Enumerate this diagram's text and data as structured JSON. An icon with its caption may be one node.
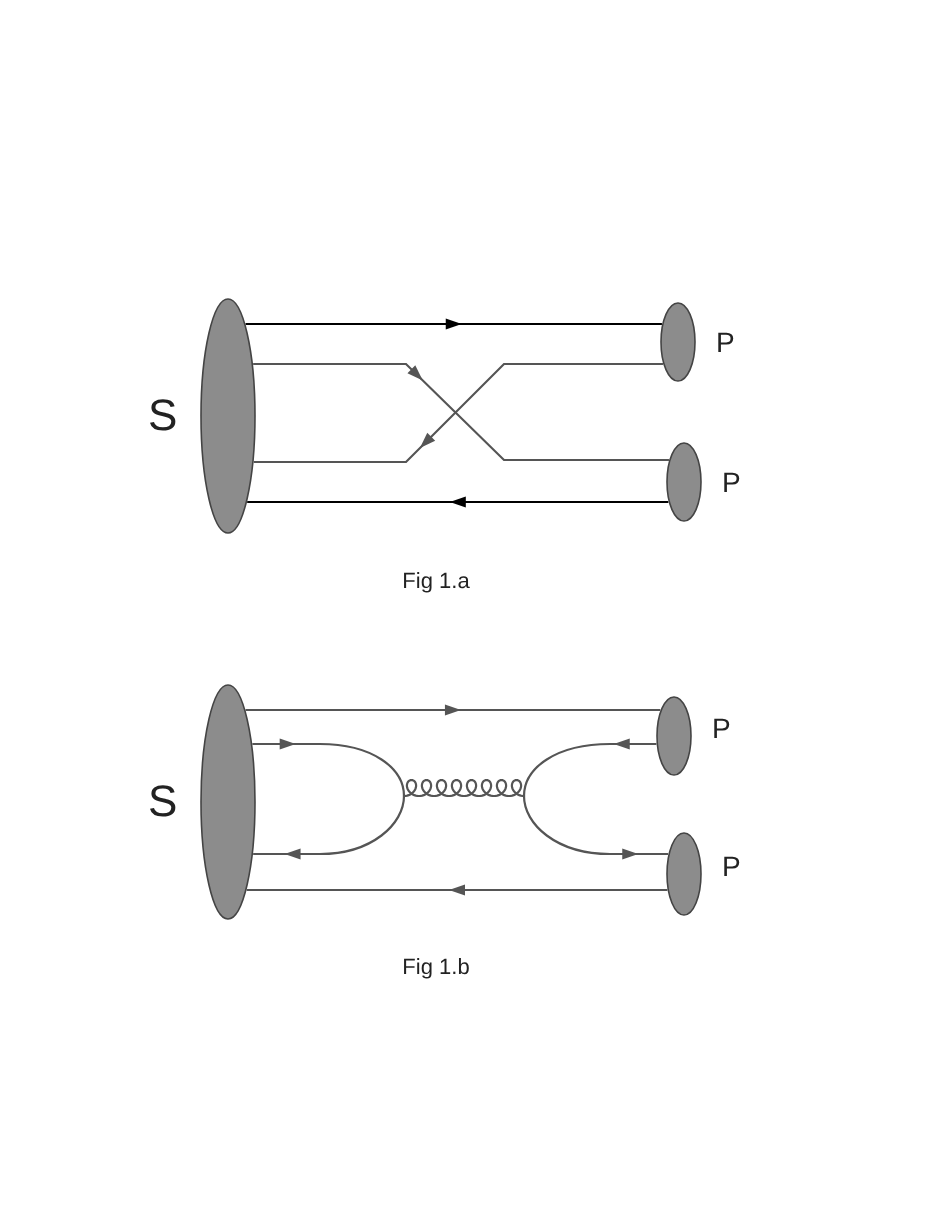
{
  "diagram": {
    "nodes": [
      {
        "text": [],
        "shape": "ellipse",
        "beside": [
          "S"
        ]
      },
      {
        "text": [],
        "shape": "ellipse",
        "beside": [
          "P"
        ]
      },
      {
        "text": [],
        "shape": "ellipse",
        "beside": [
          "P"
        ]
      },
      {
        "text": [],
        "shape": "ellipse",
        "beside": [
          "S"
        ]
      },
      {
        "text": [],
        "shape": "ellipse",
        "beside": [
          "P"
        ]
      },
      {
        "text": [],
        "shape": "ellipse",
        "beside": [
          "P"
        ]
      },
      {
        "text": [],
        "shape": "point"
      },
      {
        "text": [],
        "shape": "point"
      }
    ],
    "edges": [
      {
        "from": 0,
        "to": 1,
        "arrow": "to",
        "color": "#000000"
      },
      {
        "from": 0,
        "to": 2,
        "arrow": "to"
      },
      {
        "from": 1,
        "to": 0,
        "arrow": "to"
      },
      {
        "from": 2,
        "to": 0,
        "arrow": "to",
        "color": "#000000"
      },
      {
        "from": 3,
        "to": 4,
        "arrow": "to"
      },
      {
        "from": 3,
        "to": 6,
        "arrow": "to"
      },
      {
        "from": 6,
        "to": 3,
        "arrow": "to"
      },
      {
        "from": 6,
        "to": 7,
        "arrow": "none"
      },
      {
        "from": 4,
        "to": 7,
        "arrow": "to"
      },
      {
        "from": 7,
        "to": 5,
        "arrow": "to"
      },
      {
        "from": 5,
        "to": 3,
        "arrow": "to"
      }
    ],
    "labels": [
      "Fig 1.a",
      "Fig 1.b"
    ]
  }
}
